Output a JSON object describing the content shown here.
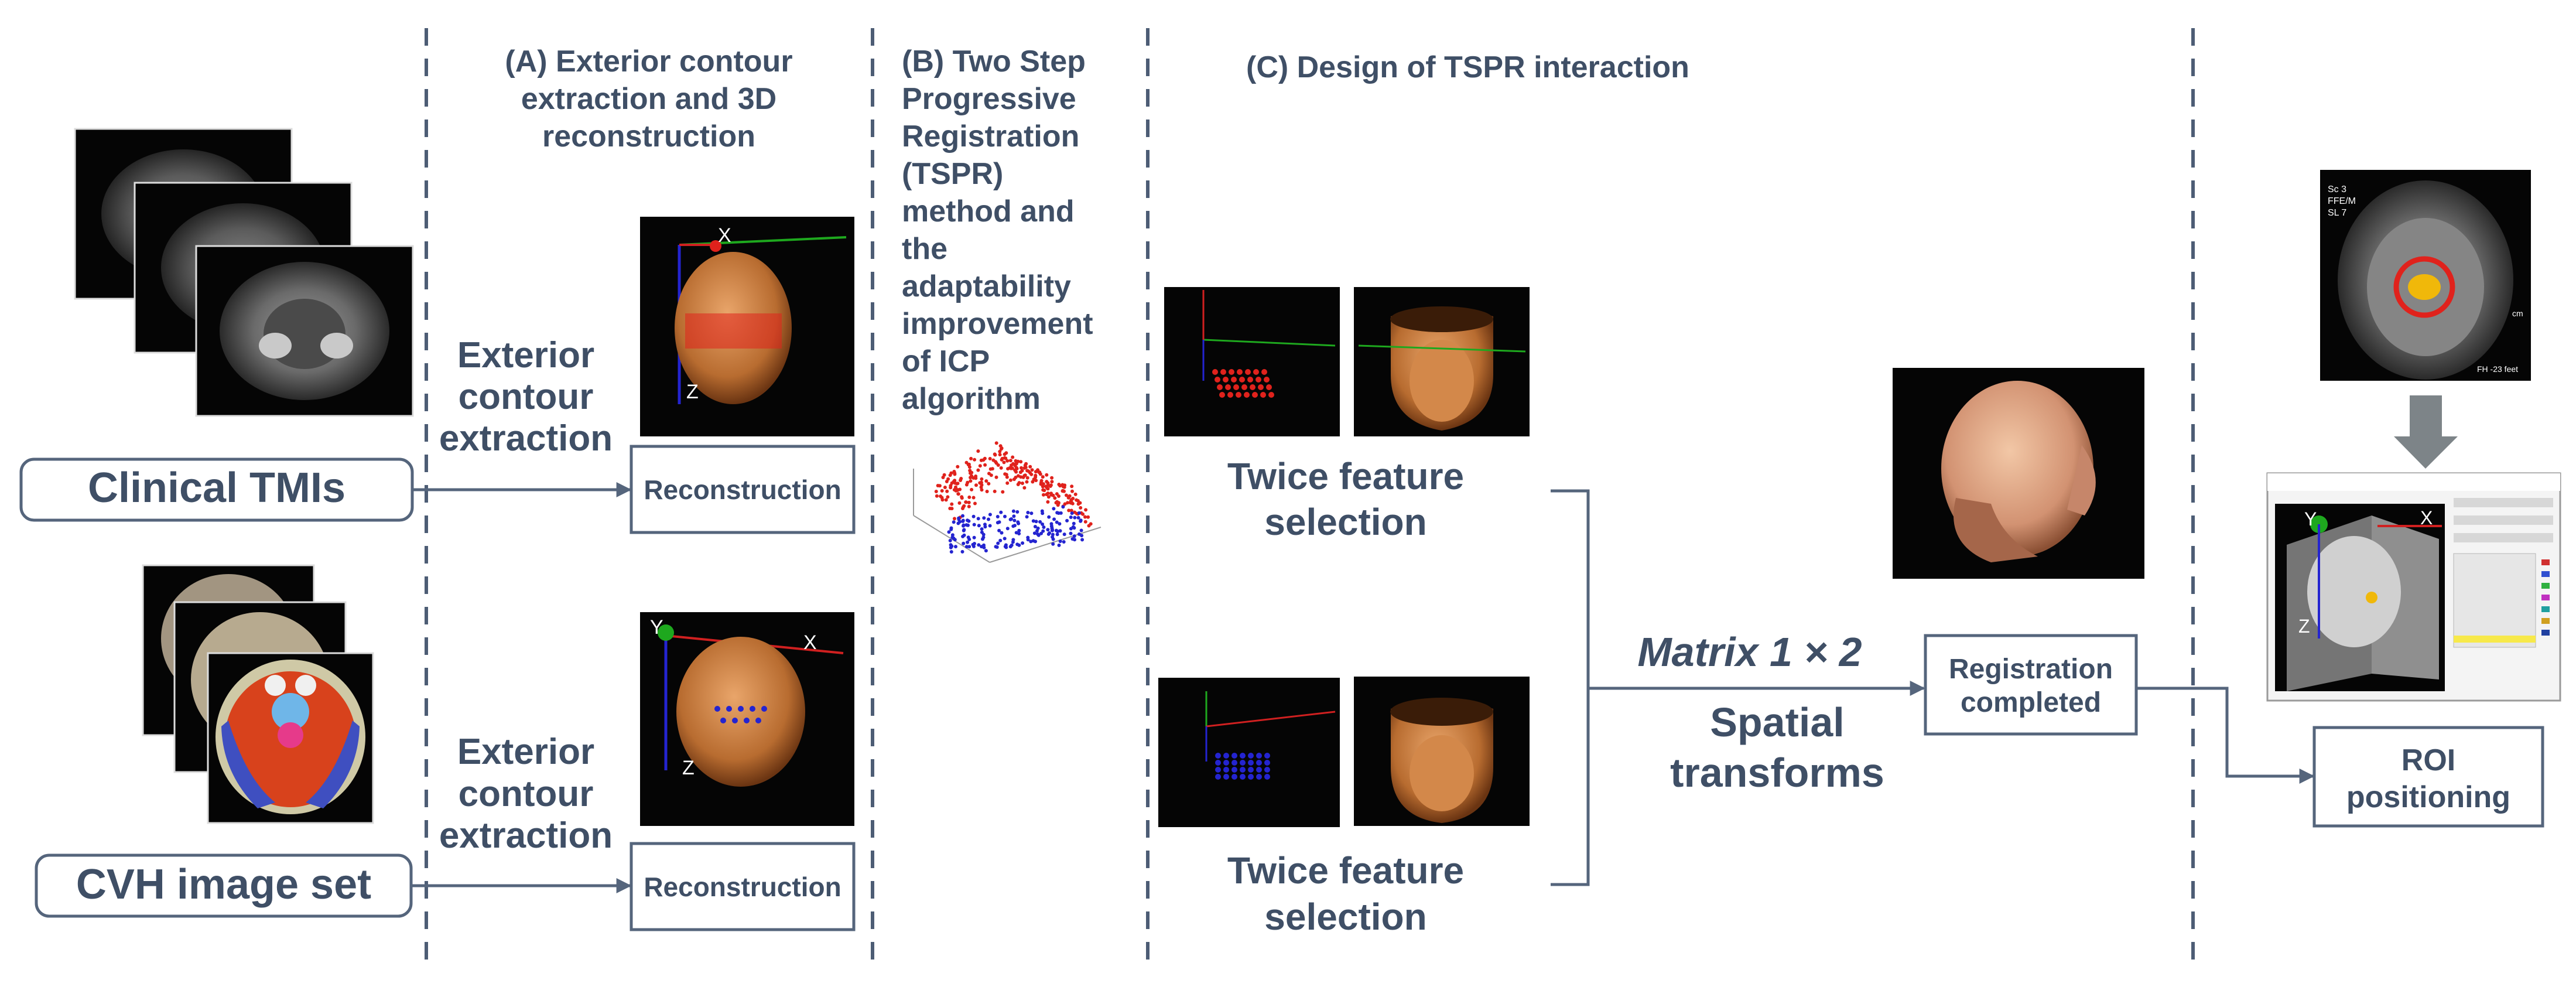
{
  "colors": {
    "text": "#3f4f66",
    "line": "#55657c",
    "dash": "#4d5d75",
    "black": "#050505",
    "head_orange": "#c07a3c",
    "red_marker": "#e0221c",
    "blue_marker": "#2424d0",
    "cvh_tissue_red": "#d8421c",
    "cvh_tissue_blue": "#3f4fc0",
    "roi_yellow": "#f0b80a",
    "arrow_gray": "#7d8488"
  },
  "inputs": {
    "clinical_label": "Clinical TMIs",
    "cvh_label": "CVH image set"
  },
  "section_a": {
    "title_lines": [
      "(A) Exterior contour",
      "extraction and 3D",
      "reconstruction"
    ],
    "extract_lines": [
      "Exterior",
      "contour",
      "extraction"
    ],
    "reconstruction_label": "Reconstruction"
  },
  "section_b": {
    "title_lines": [
      "(B) Two Step",
      "Progressive",
      "Registration",
      "(TSPR)",
      "method and",
      "the",
      "adaptability",
      "improvement",
      "of ICP",
      "algorithm"
    ]
  },
  "section_c": {
    "title": "(C) Design of TSPR interaction",
    "feature_lines": [
      "Twice feature",
      "selection"
    ],
    "matrix_label": "Matrix 1 × 2",
    "spatial_lines": [
      "Spatial",
      "transforms"
    ],
    "registration_lines": [
      "Registration",
      "completed"
    ]
  },
  "output": {
    "roi_lines": [
      "ROI",
      "positioning"
    ]
  },
  "axis_labels": {
    "x": "X",
    "y": "Y",
    "z": "Z"
  },
  "mri_overlay": {
    "line1": "Sc 3",
    "line2": "FFE/M",
    "line3": "SL 7",
    "side": "cm",
    "bottom": "FH -23 feet"
  }
}
